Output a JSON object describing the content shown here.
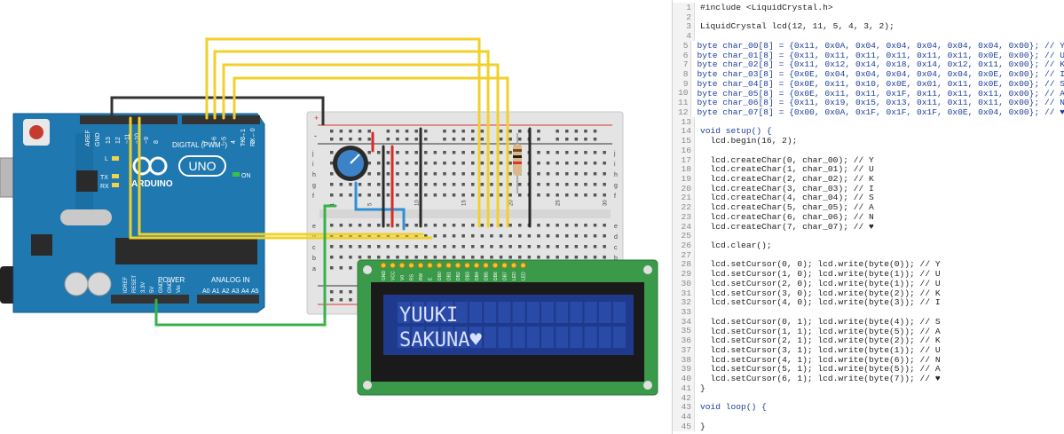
{
  "board": {
    "brand": "ARDUINO",
    "model": "UNO",
    "digital_label": "DIGITAL (PWM~)",
    "power_label": "POWER",
    "analog_label": "ANALOG IN",
    "on_label": "ON",
    "tx_label": "TX",
    "rx_label": "RX",
    "l_label": "L",
    "aref_label": "AREF",
    "gnd_label": "GND",
    "txrx_label": "TX→1",
    "rx0_label": "RX←0",
    "digital_pins": [
      "13",
      "12",
      "~11",
      "~10",
      "~9",
      "8",
      "7",
      "~6",
      "~5",
      "4",
      "~3",
      "2"
    ],
    "power_pins": [
      "IOREF",
      "RESET",
      "3.3V",
      "5V",
      "GND",
      "GND",
      "Vin"
    ],
    "analog_pins": [
      "A0",
      "A1",
      "A2",
      "A3",
      "A4",
      "A5"
    ]
  },
  "breadboard": {
    "col_numbers": [
      "1",
      "5",
      "10",
      "15",
      "20",
      "25",
      "30"
    ],
    "row_letters_top": [
      "j",
      "i",
      "h",
      "g",
      "f"
    ],
    "row_letters_bottom": [
      "e",
      "d",
      "c",
      "b",
      "a"
    ],
    "plus": "+",
    "minus": "-"
  },
  "lcd": {
    "line1": "YUUKI",
    "line2": "SAKUNA♥",
    "pins": [
      "GND",
      "VCC",
      "V0",
      "RS",
      "RW",
      "E",
      "DB0",
      "DB1",
      "DB2",
      "DB3",
      "DB4",
      "DB5",
      "DB6",
      "DB7",
      "LED",
      "LED"
    ],
    "colors": {
      "bg": "#1f3a8c",
      "text": "#d8e0ff",
      "pcb": "#3a9a4a"
    }
  },
  "editor": {
    "lines": [
      {
        "n": "1",
        "t": "#include <LiquidCrystal.h>"
      },
      {
        "n": "2",
        "t": ""
      },
      {
        "n": "3",
        "t": "LiquidCrystal lcd(12, 11, 5, 4, 3, 2);"
      },
      {
        "n": "4",
        "t": ""
      },
      {
        "n": "5",
        "t": "byte char_00[8] = {0x11, 0x0A, 0x04, 0x04, 0x04, 0x04, 0x04, 0x00}; // Y"
      },
      {
        "n": "6",
        "t": "byte char_01[8] = {0x11, 0x11, 0x11, 0x11, 0x11, 0x11, 0x0E, 0x00}; // U"
      },
      {
        "n": "7",
        "t": "byte char_02[8] = {0x11, 0x12, 0x14, 0x18, 0x14, 0x12, 0x11, 0x00}; // K"
      },
      {
        "n": "8",
        "t": "byte char_03[8] = {0x0E, 0x04, 0x04, 0x04, 0x04, 0x04, 0x0E, 0x00}; // I"
      },
      {
        "n": "9",
        "t": "byte char_04[8] = {0x0E, 0x11, 0x10, 0x0E, 0x01, 0x11, 0x0E, 0x00}; // S"
      },
      {
        "n": "10",
        "t": "byte char_05[8] = {0x0E, 0x11, 0x11, 0x1F, 0x11, 0x11, 0x11, 0x00}; // A"
      },
      {
        "n": "11",
        "t": "byte char_06[8] = {0x11, 0x19, 0x15, 0x13, 0x11, 0x11, 0x11, 0x00}; // N"
      },
      {
        "n": "12",
        "t": "byte char_07[8] = {0x00, 0x0A, 0x1F, 0x1F, 0x1F, 0x0E, 0x04, 0x00}; // ♥"
      },
      {
        "n": "13",
        "t": ""
      },
      {
        "n": "14",
        "t": "void setup() {"
      },
      {
        "n": "15",
        "t": "  lcd.begin(16, 2);"
      },
      {
        "n": "16",
        "t": ""
      },
      {
        "n": "17",
        "t": "  lcd.createChar(0, char_00); // Y"
      },
      {
        "n": "18",
        "t": "  lcd.createChar(1, char_01); // U"
      },
      {
        "n": "19",
        "t": "  lcd.createChar(2, char_02); // K"
      },
      {
        "n": "20",
        "t": "  lcd.createChar(3, char_03); // I"
      },
      {
        "n": "21",
        "t": "  lcd.createChar(4, char_04); // S"
      },
      {
        "n": "22",
        "t": "  lcd.createChar(5, char_05); // A"
      },
      {
        "n": "23",
        "t": "  lcd.createChar(6, char_06); // N"
      },
      {
        "n": "24",
        "t": "  lcd.createChar(7, char_07); // ♥"
      },
      {
        "n": "25",
        "t": ""
      },
      {
        "n": "26",
        "t": "  lcd.clear();"
      },
      {
        "n": "27",
        "t": ""
      },
      {
        "n": "28",
        "t": "  lcd.setCursor(0, 0); lcd.write(byte(0)); // Y"
      },
      {
        "n": "29",
        "t": "  lcd.setCursor(1, 0); lcd.write(byte(1)); // U"
      },
      {
        "n": "30",
        "t": "  lcd.setCursor(2, 0); lcd.write(byte(1)); // U"
      },
      {
        "n": "31",
        "t": "  lcd.setCursor(3, 0); lcd.write(byte(2)); // K"
      },
      {
        "n": "32",
        "t": "  lcd.setCursor(4, 0); lcd.write(byte(3)); // I"
      },
      {
        "n": "33",
        "t": ""
      },
      {
        "n": "34",
        "t": "  lcd.setCursor(0, 1); lcd.write(byte(4)); // S"
      },
      {
        "n": "35",
        "t": "  lcd.setCursor(1, 1); lcd.write(byte(5)); // A"
      },
      {
        "n": "36",
        "t": "  lcd.setCursor(2, 1); lcd.write(byte(2)); // K"
      },
      {
        "n": "37",
        "t": "  lcd.setCursor(3, 1); lcd.write(byte(1)); // U"
      },
      {
        "n": "38",
        "t": "  lcd.setCursor(4, 1); lcd.write(byte(6)); // N"
      },
      {
        "n": "39",
        "t": "  lcd.setCursor(5, 1); lcd.write(byte(5)); // A"
      },
      {
        "n": "40",
        "t": "  lcd.setCursor(6, 1); lcd.write(byte(7)); // ♥"
      },
      {
        "n": "41",
        "t": "}"
      },
      {
        "n": "42",
        "t": ""
      },
      {
        "n": "43",
        "t": "void loop() {"
      },
      {
        "n": "44",
        "t": ""
      },
      {
        "n": "45",
        "t": "}"
      }
    ]
  }
}
